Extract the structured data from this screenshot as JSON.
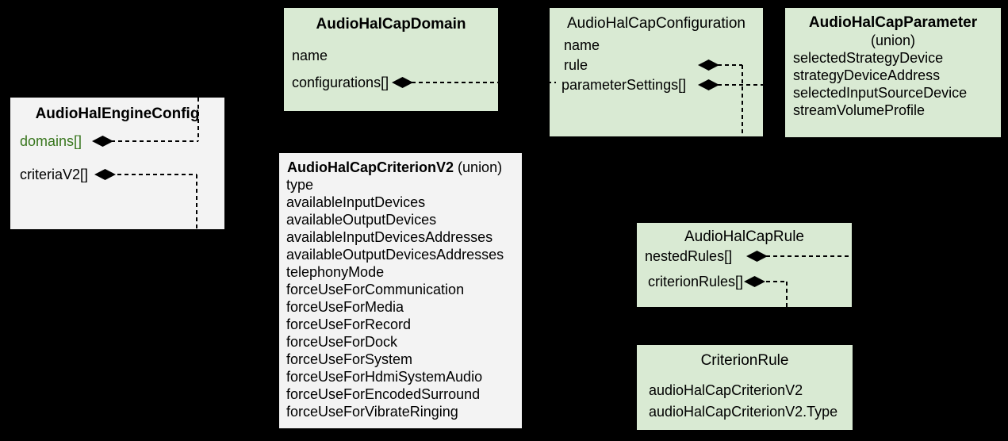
{
  "colors": {
    "background": "#000000",
    "box_green": "#d9ead3",
    "box_gray": "#f3f3f3",
    "field_accent_green": "#38761d",
    "text": "#000000",
    "connector": "#000000"
  },
  "boxes": {
    "engine_config": {
      "title": "AudioHalEngineConfig",
      "fields": [
        "domains[]",
        "criteriaV2[]"
      ]
    },
    "cap_domain": {
      "title": "AudioHalCapDomain",
      "fields": [
        "name",
        "configurations[]"
      ]
    },
    "cap_configuration": {
      "title": "AudioHalCapConfiguration",
      "fields": [
        "name",
        "rule",
        "parameterSettings[]"
      ]
    },
    "cap_parameter": {
      "title": "AudioHalCapParameter",
      "subtitle": "(union)",
      "fields": [
        "selectedStrategyDevice",
        "strategyDeviceAddress",
        "selectedInputSourceDevice",
        "streamVolumeProfile"
      ]
    },
    "cap_criterion_v2": {
      "title": "AudioHalCapCriterionV2",
      "subtitle": "(union)",
      "fields": [
        "type",
        "availableInputDevices",
        "availableOutputDevices",
        "availableInputDevicesAddresses",
        "availableOutputDevicesAddresses",
        "telephonyMode",
        "forceUseForCommunication",
        "forceUseForMedia",
        "forceUseForRecord",
        "forceUseForDock",
        "forceUseForSystem",
        "forceUseForHdmiSystemAudio",
        "forceUseForEncodedSurround",
        "forceUseForVibrateRinging"
      ]
    },
    "cap_rule": {
      "title": "AudioHalCapRule",
      "fields": [
        "nestedRules[]",
        "criterionRules[]"
      ]
    },
    "criterion_rule": {
      "title": "CriterionRule",
      "fields": [
        "audioHalCapCriterionV2",
        "audioHalCapCriterionV2.Type"
      ]
    }
  },
  "connections": [
    {
      "from": "AudioHalEngineConfig.domains[]",
      "to": "AudioHalCapDomain",
      "kind": "composition"
    },
    {
      "from": "AudioHalEngineConfig.criteriaV2[]",
      "to": "AudioHalCapCriterionV2",
      "kind": "composition"
    },
    {
      "from": "AudioHalCapDomain.configurations[]",
      "to": "AudioHalCapConfiguration",
      "kind": "composition"
    },
    {
      "from": "AudioHalCapConfiguration.rule",
      "to": "AudioHalCapRule",
      "kind": "composition"
    },
    {
      "from": "AudioHalCapConfiguration.parameterSettings[]",
      "to": "AudioHalCapParameter",
      "kind": "composition"
    },
    {
      "from": "AudioHalCapRule.nestedRules[]",
      "to": "AudioHalCapRule",
      "kind": "composition"
    },
    {
      "from": "AudioHalCapRule.criterionRules[]",
      "to": "CriterionRule",
      "kind": "composition"
    }
  ]
}
